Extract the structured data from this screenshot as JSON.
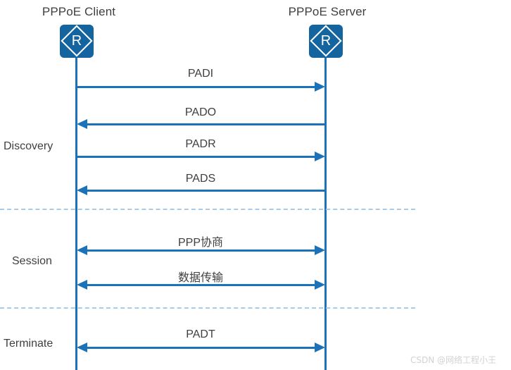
{
  "diagram": {
    "title": "PPPoE session sequence diagram",
    "colors": {
      "lifeline": "#1B72B8",
      "arrow": "#1B72B8",
      "icon_fill": "#1464A0",
      "separator": "#A8CBE8",
      "text": "#3f3f3f",
      "watermark": "#d2d2d2"
    }
  },
  "actors": [
    {
      "id": "client",
      "label": "PPPoE Client",
      "icon": "router-icon",
      "icon_letter": "R"
    },
    {
      "id": "server",
      "label": "PPPoE Server",
      "icon": "router-icon",
      "icon_letter": "R"
    }
  ],
  "phases": [
    {
      "id": "discovery",
      "label": "Discovery"
    },
    {
      "id": "session",
      "label": "Session"
    },
    {
      "id": "terminate",
      "label": "Terminate"
    }
  ],
  "messages": [
    {
      "id": "padi",
      "label": "PADI",
      "direction": "right",
      "phase": "discovery"
    },
    {
      "id": "pado",
      "label": "PADO",
      "direction": "left",
      "phase": "discovery"
    },
    {
      "id": "padr",
      "label": "PADR",
      "direction": "right",
      "phase": "discovery"
    },
    {
      "id": "pads",
      "label": "PADS",
      "direction": "left",
      "phase": "discovery"
    },
    {
      "id": "ppp-negotiation",
      "label": "PPP协商",
      "direction": "both",
      "phase": "session"
    },
    {
      "id": "data-transfer",
      "label": "数据传输",
      "direction": "both",
      "phase": "session"
    },
    {
      "id": "padt",
      "label": "PADT",
      "direction": "both",
      "phase": "terminate"
    }
  ],
  "watermark": {
    "text": "CSDN @网络工程小王"
  }
}
